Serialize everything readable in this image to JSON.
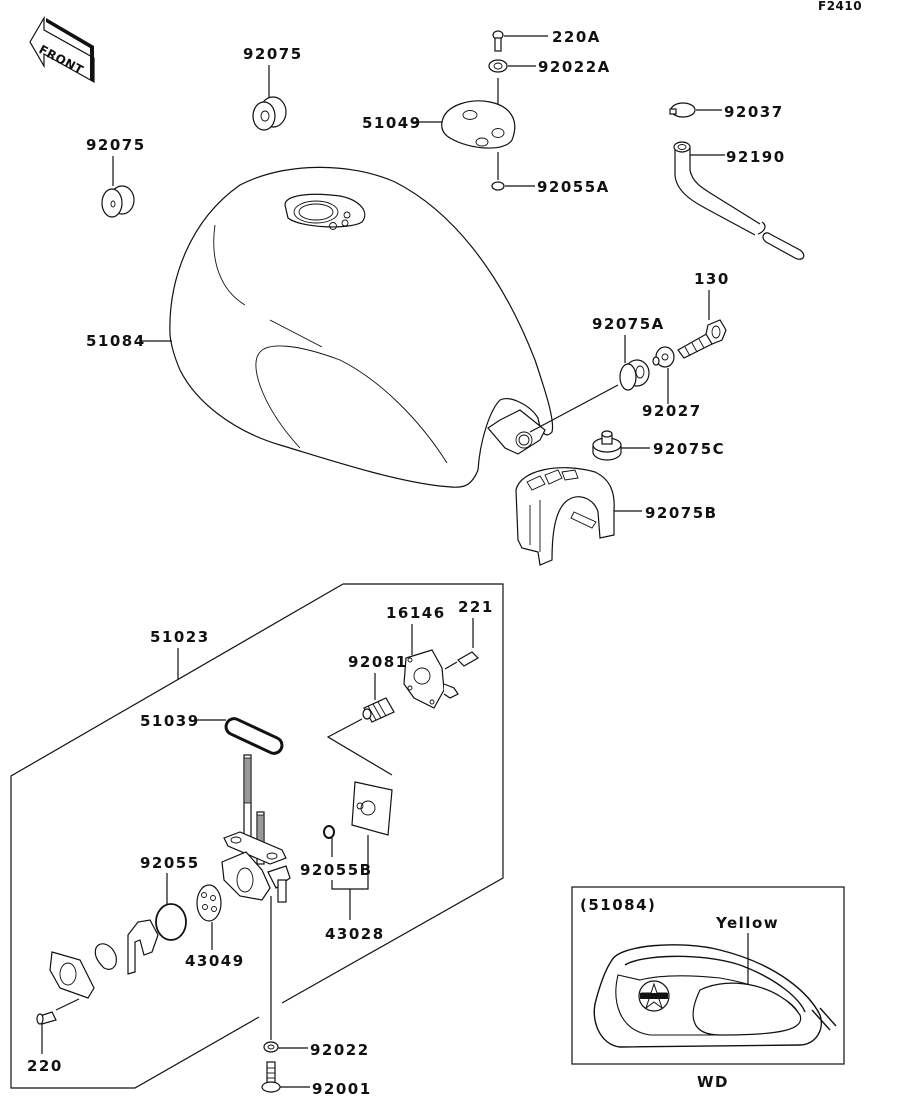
{
  "figure_code": "F2410",
  "front_arrow_label": "FRONT",
  "callouts": {
    "rubber_top_left": "92075",
    "rubber_top_center": "92075",
    "screw_220A": "220A",
    "washer_92022A": "92022A",
    "cap_51049": "51049",
    "oring_92055A": "92055A",
    "clamp_92037": "92037",
    "hose_92190": "92190",
    "tank_51084": "51084",
    "bolt_130": "130",
    "damper_92075A": "92075A",
    "collar_92027": "92027",
    "damper_92075C": "92075C",
    "damper_92075B": "92075B",
    "cock_assy_51023": "51023",
    "lever_16146": "16146",
    "screw_221": "221",
    "spring_92081": "92081",
    "gasket_51039": "51039",
    "oring_92055": "92055",
    "oring_92055B": "92055B",
    "diaphragm_43028": "43028",
    "seal_43049": "43049",
    "screw_220": "220",
    "washer_92022": "92022",
    "bolt_92001": "92001"
  },
  "inset": {
    "ref_label": "(51084)",
    "color_label": "Yellow",
    "caption": "WD"
  }
}
